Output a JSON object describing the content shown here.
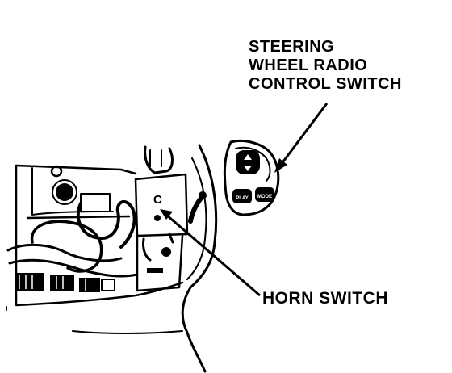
{
  "labels": {
    "radio_line1": "STEERING",
    "radio_line2": "WHEEL RADIO",
    "radio_line3": "CONTROL SWITCH",
    "horn": "HORN SWITCH"
  },
  "switch_buttons": {
    "left": "PLAY",
    "right": "MODE"
  },
  "module_letter": "C",
  "colors": {
    "ink": "#000000",
    "paper": "#ffffff"
  }
}
